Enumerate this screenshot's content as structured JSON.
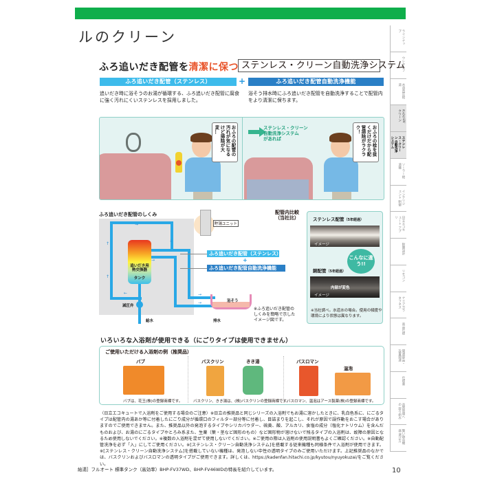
{
  "header": {
    "accent_color": "#0fae4b",
    "page_title": "ルのクリーン"
  },
  "side_index": {
    "tabs": [
      {
        "label": "ラインナップ",
        "state": "normal"
      },
      {
        "label": "ウレタンフ",
        "state": "normal"
      },
      {
        "label": "水道直圧給湯",
        "state": "normal"
      },
      {
        "label": "きらりUV クリーン",
        "state": "active"
      },
      {
        "label": "ステンレス・クリーン 自動洗浄システム",
        "state": "current"
      },
      {
        "label": "ソーラー給湯機",
        "state": "normal"
      },
      {
        "label": "インテリジェント 制御",
        "state": "normal"
      },
      {
        "label": "日立エコキュート アプリ",
        "state": "normal"
      },
      {
        "label": "耐震設計",
        "state": "normal"
      },
      {
        "label": "リモコン",
        "state": "normal"
      },
      {
        "label": "ナイアガラ タフネス",
        "state": "normal"
      },
      {
        "label": "商品仕様",
        "state": "normal"
      },
      {
        "label": "関連部品・ 設置関連",
        "state": "normal"
      },
      {
        "label": "仕様書",
        "state": "normal"
      },
      {
        "label": "品質管理への 取り組み",
        "state": "normal"
      },
      {
        "label": "賢い融合機器 選び方",
        "state": "normal"
      }
    ],
    "page_number": "10"
  },
  "headline": {
    "prefix": "ふろ追いだき配管を",
    "accent": "清潔に保つ",
    "accent_color": "#e8542a",
    "system_name": "ステンレス・クリーン自動洗浄システム"
  },
  "features": {
    "left": {
      "label": "ふろ追いだき配管（ステンレス）",
      "color": "#3dbbeb",
      "description": "追いだき時に浴そうのお湯が循環する、ふろ追いだき配管に腐食に強く汚れにくいステンレスを採用しました。"
    },
    "plus": "+",
    "right": {
      "label": "ふろ追いだき配管自動洗浄機能",
      "color": "#2a7fc6",
      "description": "浴そう排水時にふろ追いだき配管を自動洗浄することで配管内をより清潔に保ちます。"
    }
  },
  "illustration": {
    "before_bubble": "おふろの配管の汚れが気になるけど掃除が大変…",
    "after_caption": "ステンレス・クリーン\n自動洗浄システム\nがあれば",
    "after_bubble": "おふろの栓を抜くだけだから配管掃除がラクラク！"
  },
  "mechanism": {
    "title": "ふろ追いだき配管のしくみ",
    "unit_label": "貯湯ユニット",
    "tank_labels": [
      "追いだき用熱交換器",
      "タンク"
    ],
    "valve_label": "減圧弁",
    "supply_label": "給水",
    "drain_label": "排水",
    "tub_label": "浴そう",
    "tag_a": "ふろ追いだき配管（ステンレス）",
    "tag_plus": "+",
    "tag_b": "ふろ追いだき配管自動洗浄機能",
    "note": "※ふろ追いだき配管の\nしくみを簡略で示した\nイメージ図です。",
    "arrow": "→",
    "arrow_down": "↓",
    "arrow_up": "↑",
    "arrow_left": "←"
  },
  "comparison": {
    "heading": "配管内比較\n（当社比）",
    "steel_label": "ステンレス配管",
    "steel_years": "（5年経過）",
    "copper_label": "銅配管",
    "copper_years": "（5年経過）",
    "image_tag": "イメージ",
    "discolor_label": "内部が変色",
    "badge": "こんなに違う!!",
    "note": "※当社調べ。水道水の場合。使用の頻度や環境により状態は異なります。"
  },
  "additives": {
    "heading": "いろいろな入浴剤が使用できる（にごりタイプは使用できません）",
    "panel_title": "ご使用いただける入浴剤の例（推奨品）",
    "products": [
      {
        "name": "バブ",
        "color": "#f08a2a"
      },
      {
        "name": "バスクリン",
        "color": "#f0a540"
      },
      {
        "name": "きき湯",
        "color": "#5fb87d"
      },
      {
        "name": "バスロマン",
        "color": "#e8572c"
      },
      {
        "name": "温泡",
        "color": "#f29a45"
      }
    ],
    "captions": [
      "バブは、花王(株)の登録商標です。",
      "バスクリン、きき湯は、(株)バスクリンの登録商標です。",
      "バスロマン、温泡はアース製薬(株)の登録商標です。"
    ]
  },
  "notes": {
    "body": "〈日立エコキュートで入浴剤をご使用する場合のご注意〉※日立の推奨品と同じシリーズの入浴剤でもお湯に溶かしたときに、乳白色系に、にごるタイプは配管内の湯あか等に付着したにごり成分が循環口のフィルター部分等に付着し、目詰まりを起こし、それが原因で誤作動をおこす場合がありますのでご使用できません。また、推奨品以外の発泡するタイプやシリカパウダー、硫黄、酸、アルカリ、食塩の成分（塩化ナトリウム）を含んだものおよび、お湯のにごるタイプやとろみ系また、生薬（葉・茎など固形のもの）など固形物が溶けないで残るタイプの入浴剤は、故障の原因となるため使用しないでください。※複数の入浴剤を混ぜて使用しないでください。※ご使用の際は入浴剤の使用説明書もよくご確認ください。※自動配管洗浄を必ず「入」にしてご使用ください。※[ステンレス・クリーン自動洗浄システム]を搭載する従来機種も同様条件で入浴剤が使用できます。※[ステンレス・クリーン自動洗浄システム]を搭載していない機種は、発泡しない中性の透明タイプのみご使用いただけます。上記推奨品のなかでは、バスクリンおよびバスロマンの透明タイプがご使用できます。詳しくは、https://kadenfan.hitachi.co.jp/kyutou/nyuyokuzai/をご覧ください。",
    "footer": "給湯］フルオート 標準タンク（高効率）BHP-FV37WD、BHP-FV46WDの特長を紹介しています。"
  }
}
